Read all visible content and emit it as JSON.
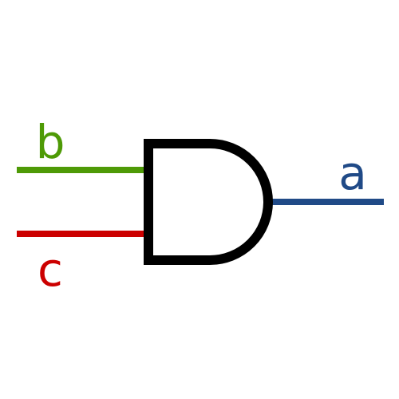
{
  "diagram": {
    "gate_type": "AND",
    "inputs": [
      {
        "label": "b",
        "color": "#4e9a06"
      },
      {
        "label": "c",
        "color": "#cc0000"
      }
    ],
    "output": {
      "label": "a",
      "color": "#204a87"
    },
    "gate_color": "#000000"
  }
}
